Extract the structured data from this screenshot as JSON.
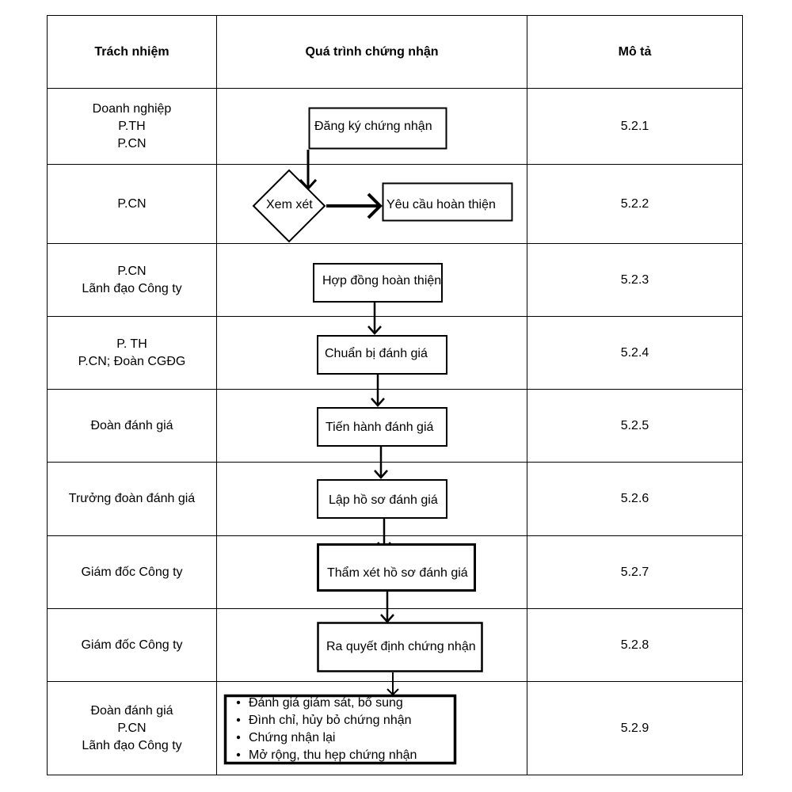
{
  "header": {
    "col_responsibility": "Trách nhiệm",
    "col_process": "Quá trình chứng nhận",
    "col_description": "Mô tả"
  },
  "rows": [
    {
      "responsibility": [
        "Doanh nghiệp",
        "P.TH",
        "P.CN"
      ],
      "description": "5.2.1"
    },
    {
      "responsibility": [
        "P.CN"
      ],
      "description": "5.2.2"
    },
    {
      "responsibility": [
        "P.CN",
        "Lãnh đạo Công ty"
      ],
      "description": "5.2.3"
    },
    {
      "responsibility": [
        "P. TH",
        "P.CN; Đoàn CGĐG"
      ],
      "description": "5.2.4"
    },
    {
      "responsibility": [
        "Đoàn đánh giá"
      ],
      "description": "5.2.5"
    },
    {
      "responsibility": [
        "Trưởng đoàn đánh giá"
      ],
      "description": "5.2.6"
    },
    {
      "responsibility": [
        "Giám đốc Công ty"
      ],
      "description": "5.2.7"
    },
    {
      "responsibility": [
        "Giám đốc Công ty"
      ],
      "description": "5.2.8"
    },
    {
      "responsibility": [
        "Đoàn đánh giá",
        "P.CN",
        "Lãnh đạo Công ty"
      ],
      "description": "5.2.9"
    }
  ],
  "flow": {
    "register": "Đăng ký chứng nhận",
    "review": "Xem xét",
    "request_complete": "Yêu cầu hoàn thiện",
    "contract": "Hợp đồng hoàn thiện",
    "prepare": "Chuẩn bị đánh giá",
    "conduct": "Tiến hành đánh giá",
    "dossier": "Lập hồ sơ đánh giá",
    "appraise": "Thẩm xét hồ sơ đánh giá",
    "decision": "Ra quyết định chứng nhận",
    "followups": [
      "Đánh giá giám sát, bổ sung",
      "Đình chỉ, hủy bỏ chứng nhận",
      "Chứng nhận lại",
      "Mở rộng, thu hẹp chứng nhận"
    ]
  }
}
